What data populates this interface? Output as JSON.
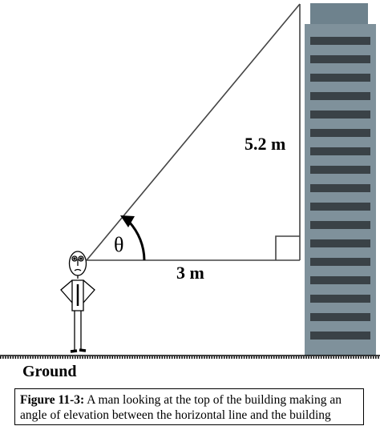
{
  "labels": {
    "height": "5.2 m",
    "base": "3 m",
    "angle": "θ",
    "ground": "Ground"
  },
  "caption": {
    "figure_label": "Figure 11-3:",
    "text_line1": " A man looking at the top of the building making an",
    "text_line2": "angle of elevation between the horizontal line and the building"
  },
  "colors": {
    "building_body": "#7f919b",
    "building_top": "#6e828d",
    "window": "#3a4247",
    "line": "#444444"
  }
}
